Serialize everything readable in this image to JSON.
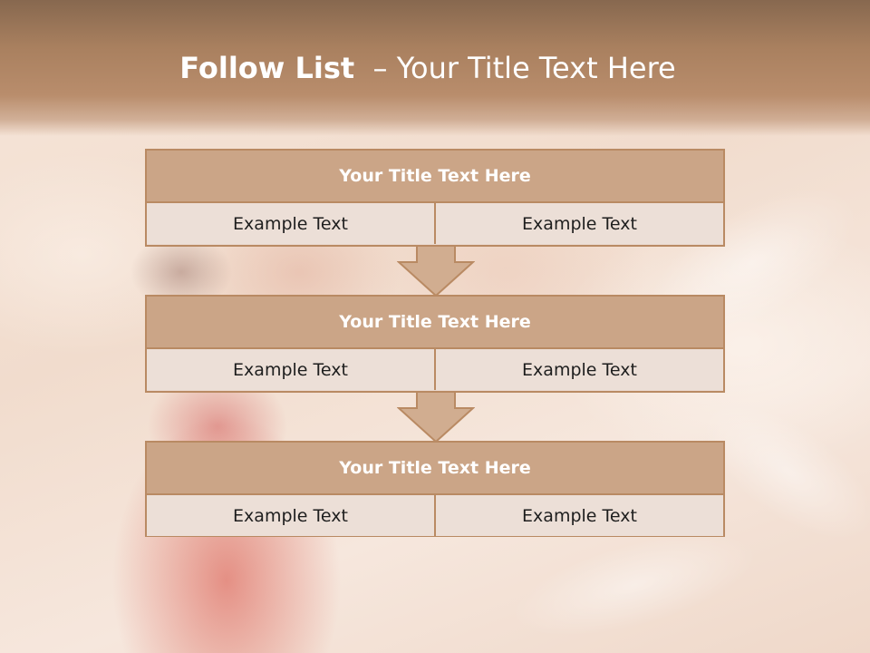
{
  "slide": {
    "title_strong": "Follow List",
    "title_rest": "  – Your Title Text Here",
    "boxes": [
      {
        "title": "Your Title Text Here",
        "left": "Example Text",
        "right": "Example Text"
      },
      {
        "title": "Your Title Text Here",
        "left": "Example Text",
        "right": "Example Text"
      },
      {
        "title": "Your Title Text Here",
        "left": "Example Text",
        "right": "Example Text"
      }
    ],
    "icons": [
      "down-arrow-icon",
      "down-arrow-icon"
    ]
  },
  "colors": {
    "header": "#a9805f",
    "box_header": "#cba587",
    "box_border": "#b98a63",
    "cell": "#ecdfd7",
    "arrow": "#d1ad90"
  }
}
